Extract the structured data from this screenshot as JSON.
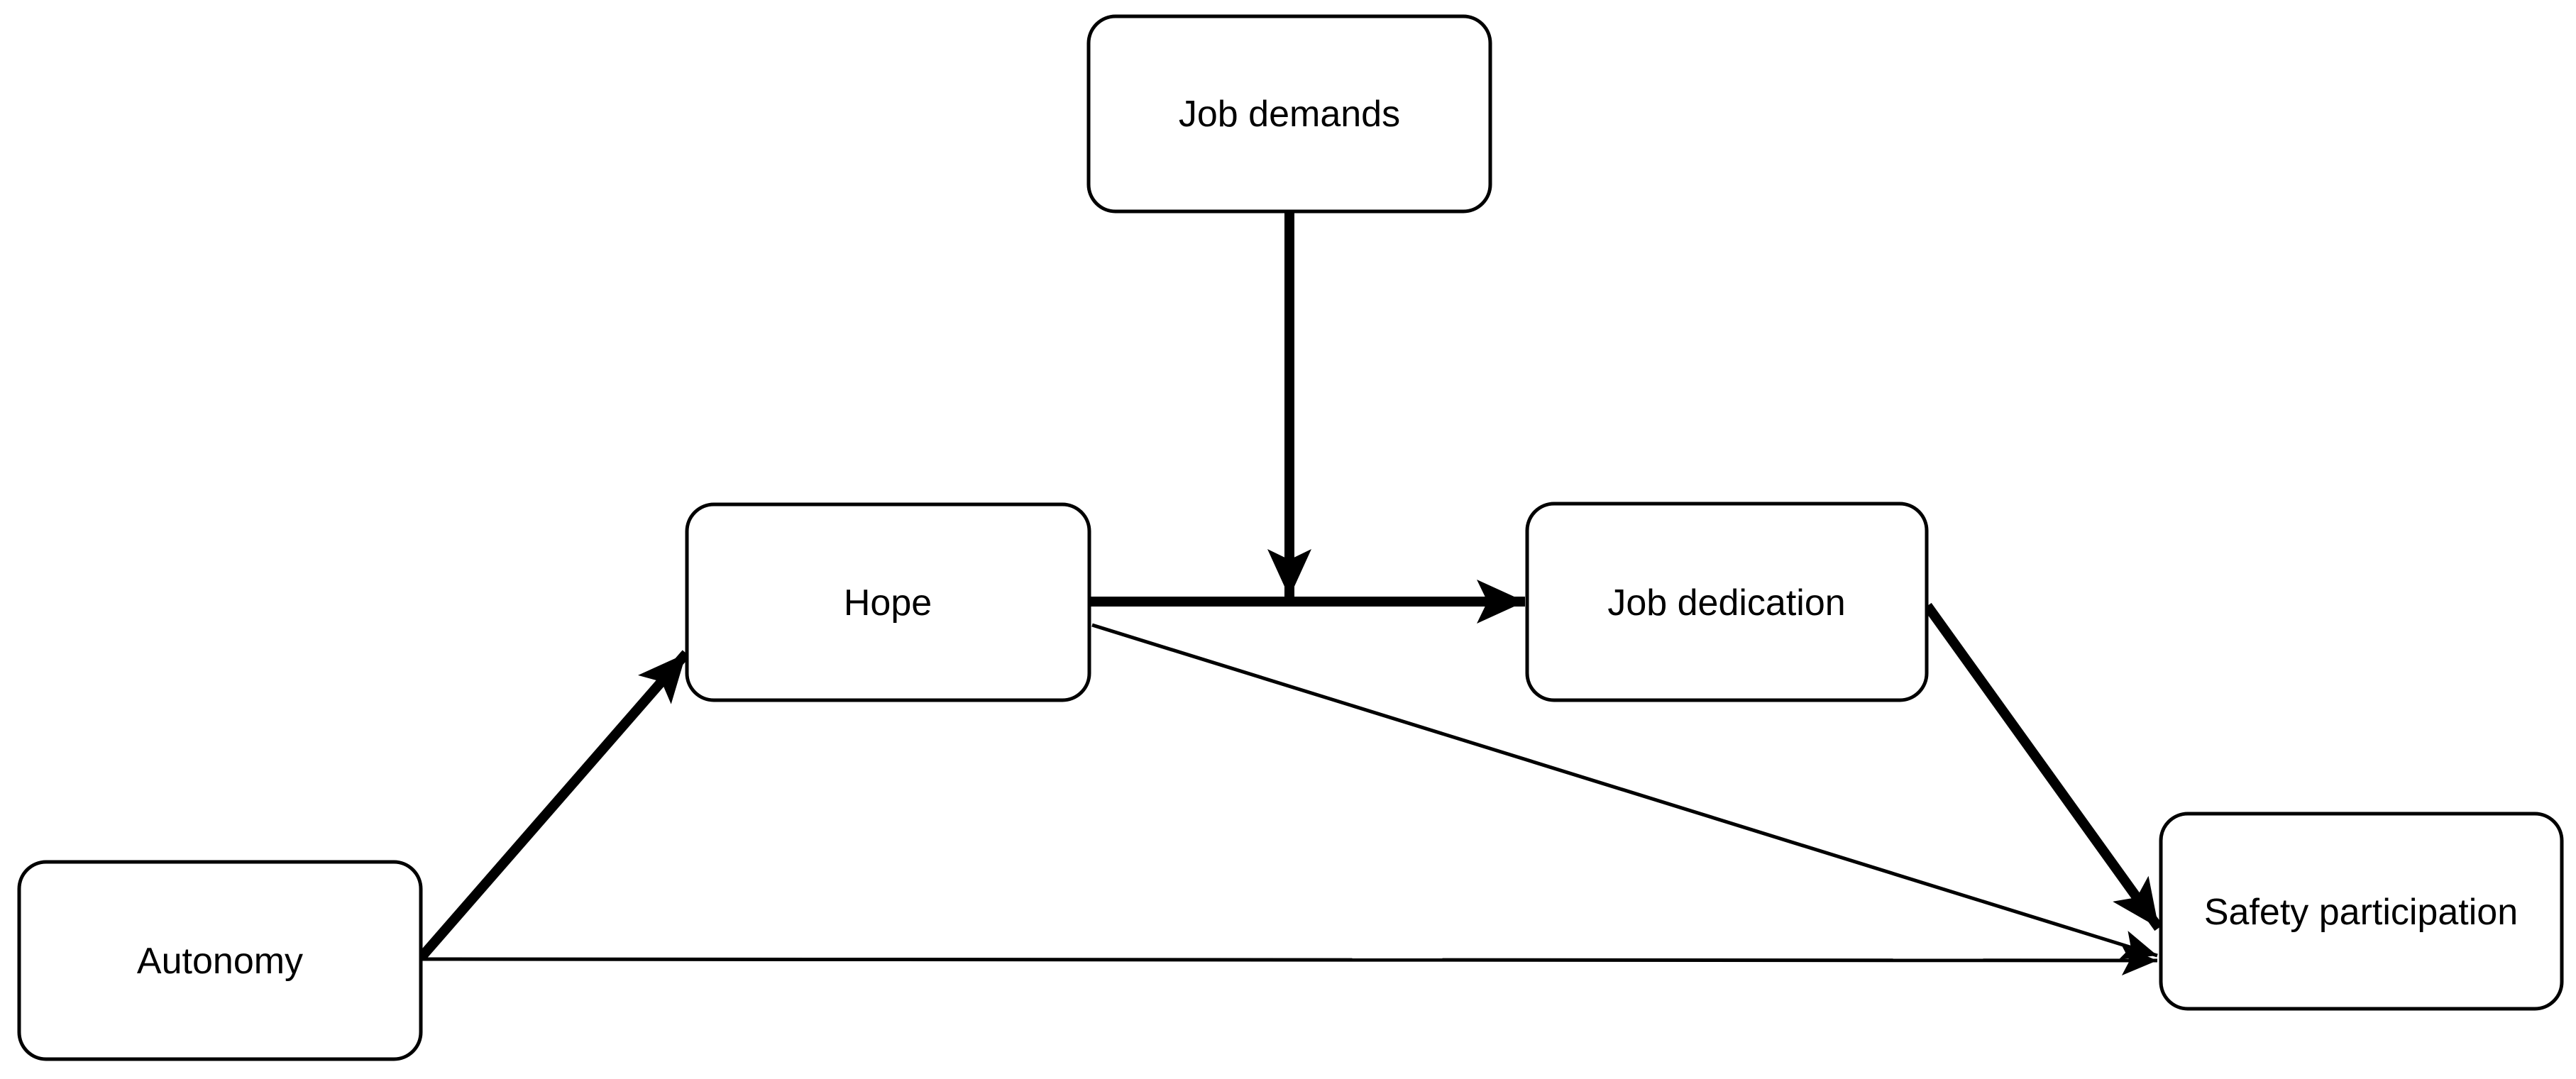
{
  "diagram": {
    "type": "path-model",
    "background_color": "#ffffff",
    "node_fill_color": "#ffffff",
    "node_stroke_color": "#000000",
    "edge_color": "#000000",
    "nodes": [
      {
        "id": "job-demands",
        "label": "Job demands"
      },
      {
        "id": "hope",
        "label": "Hope"
      },
      {
        "id": "job-dedication",
        "label": "Job dedication"
      },
      {
        "id": "autonomy",
        "label": "Autonomy"
      },
      {
        "id": "safety-participation",
        "label": "Safety participation"
      }
    ],
    "edges": [
      {
        "from": "autonomy",
        "to": "hope",
        "weight": "thick"
      },
      {
        "from": "hope",
        "to": "job-dedication",
        "weight": "thick"
      },
      {
        "from": "job-demands",
        "to": "hope->job-dedication path",
        "weight": "thick",
        "role": "moderator"
      },
      {
        "from": "job-dedication",
        "to": "safety-participation",
        "weight": "thick"
      },
      {
        "from": "hope",
        "to": "safety-participation",
        "weight": "thin"
      },
      {
        "from": "autonomy",
        "to": "safety-participation",
        "weight": "thin"
      }
    ]
  }
}
